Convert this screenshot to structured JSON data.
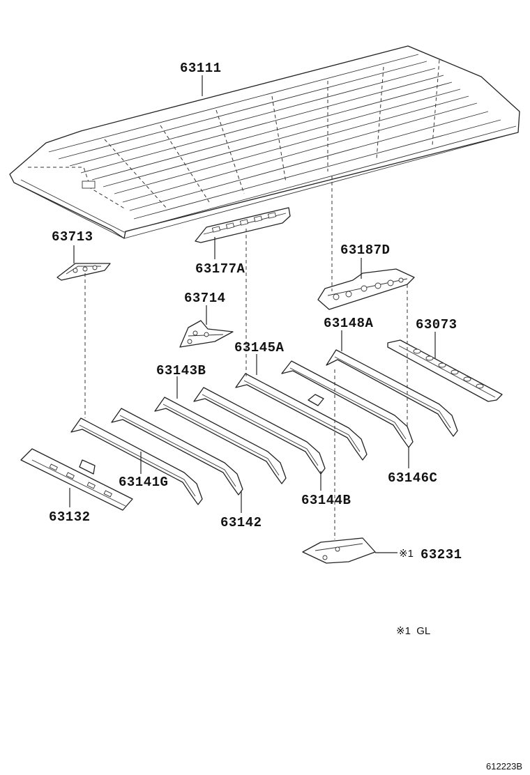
{
  "diagram": {
    "labels": {
      "p63111": "63111",
      "p63713": "63713",
      "p63177A": "63177A",
      "p63187D": "63187D",
      "p63714": "63714",
      "p63148A": "63148A",
      "p63073": "63073",
      "p63145A": "63145A",
      "p63143B": "63143B",
      "p63141G": "63141G",
      "p63132": "63132",
      "p63142": "63142",
      "p63144B": "63144B",
      "p63146C": "63146C",
      "p63231": "63231",
      "mark": "※1"
    },
    "note": "※1  GL",
    "ref_code": "612223B"
  }
}
